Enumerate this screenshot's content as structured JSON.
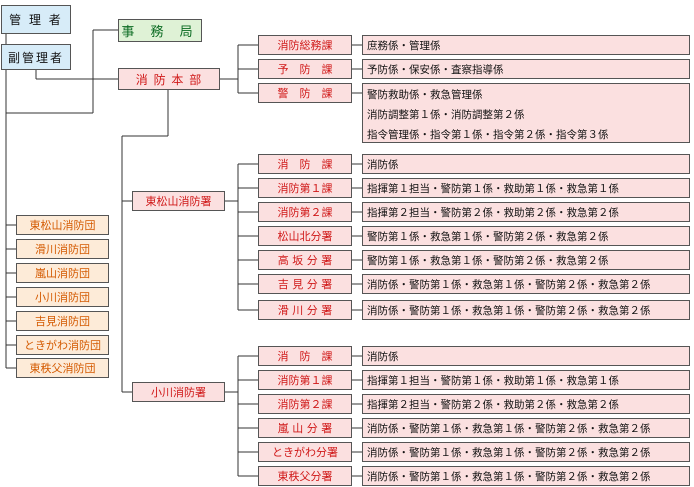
{
  "management": {
    "kanrisha": "管 理 者",
    "fuku_kanrisha": "副管理者",
    "jimukyoku": "事 務 局",
    "honbu": "消 防 本 部"
  },
  "honbu_sections": [
    {
      "name": "消防総務課",
      "desc": [
        "庶務係・管理係"
      ]
    },
    {
      "name": "予　防　課",
      "desc": [
        "予防係・保安係・査察指導係"
      ]
    },
    {
      "name": "警　防　課",
      "desc": [
        "警防救助係・救急管理係",
        "消防調整第１係・消防調整第２係",
        "指令管理係・指令第１係・指令第２係・指令第３係"
      ]
    }
  ],
  "higashimatsuyama": {
    "name": "東松山消防署",
    "sections": [
      {
        "name": "消　防　課",
        "desc": "消防係"
      },
      {
        "name": "消防第１課",
        "desc": "指揮第１担当・警防第１係・救助第１係・救急第１係"
      },
      {
        "name": "消防第２課",
        "desc": "指揮第２担当・警防第２係・救助第２係・救急第２係"
      },
      {
        "name": "松山北分署",
        "desc": "警防第１係・救急第１係・警防第２係・救急第２係"
      },
      {
        "name": "高 坂 分 署",
        "desc": "警防第１係・救急第１係・警防第２係・救急第２係"
      },
      {
        "name": "吉 見 分 署",
        "desc": "消防係・警防第１係・救急第１係・警防第２係・救急第２係"
      },
      {
        "name": "滑 川 分 署",
        "desc": "消防係・警防第１係・救急第１係・警防第２係・救急第２係"
      }
    ]
  },
  "ogawa": {
    "name": "小川消防署",
    "sections": [
      {
        "name": "消　防　課",
        "desc": "消防係"
      },
      {
        "name": "消防第１課",
        "desc": "指揮第１担当・警防第１係・救助第１係・救急第１係"
      },
      {
        "name": "消防第２課",
        "desc": "指揮第２担当・警防第２係・救助第２係・救急第２係"
      },
      {
        "name": "嵐 山 分 署",
        "desc": "消防係・警防第１係・救急第１係・警防第２係・救急第２係"
      },
      {
        "name": "ときがわ分署",
        "desc": "消防係・警防第１係・救急第１係・警防第２係・救急第２係"
      },
      {
        "name": "東秩父分署",
        "desc": "消防係・警防第１係・救急第１係・警防第２係・救急第２係"
      }
    ]
  },
  "fire_corps": [
    "東松山消防団",
    "滑川消防団",
    "嵐山消防団",
    "小川消防団",
    "吉見消防団",
    "ときがわ消防団",
    "東秩父消防団"
  ]
}
